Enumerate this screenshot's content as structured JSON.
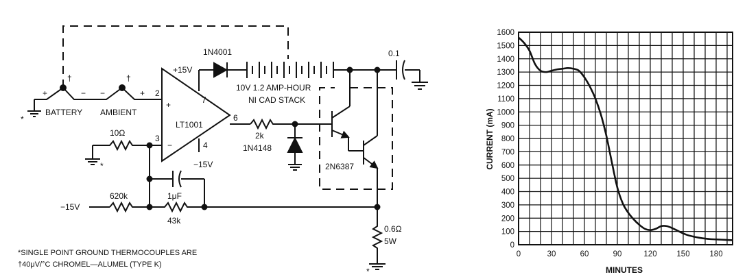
{
  "schematic": {
    "labels": {
      "battery": "BATTERY",
      "ambient": "AMBIENT",
      "dagger": "†",
      "plus": "+",
      "minus": "−",
      "pin2": "2",
      "pin3": "3",
      "pin4": "4",
      "pin6": "6",
      "pin7": "7",
      "vplus": "+15V",
      "vneg_pin4": "−15V",
      "vneg_left": "−15V",
      "opamp": "LT1001",
      "diode_top": "1N4001",
      "stack_line1": "10V 1.2 AMP-HOUR",
      "stack_line2": "NI CAD STACK",
      "cap_top": "0.1",
      "r_10": "10Ω",
      "r_2k": "2k",
      "diode_clamp": "1N4148",
      "transistor": "2N6387",
      "r_620k": "620k",
      "cap_1uf": "1μF",
      "r_43k": "43k",
      "r_sense_value": "0.6Ω",
      "r_sense_power": "5W",
      "ground_mark": "*"
    },
    "notes": {
      "line1": "*SINGLE POINT GROUND THERMOCOUPLES ARE",
      "line2": "†40μV/°C CHROMEL—ALUMEL (TYPE K)"
    }
  },
  "chart_data": {
    "type": "line",
    "title": "",
    "xlabel": "MINUTES",
    "ylabel": "CURRENT (mA)",
    "xlim": [
      0,
      195
    ],
    "ylim": [
      0,
      1600
    ],
    "x_ticks": [
      "0",
      "30",
      "60",
      "90",
      "120",
      "150",
      "180"
    ],
    "y_ticks": [
      "0",
      "100",
      "200",
      "300",
      "400",
      "500",
      "600",
      "700",
      "800",
      "900",
      "1000",
      "1100",
      "1200",
      "1300",
      "1400",
      "1500",
      "1600"
    ],
    "grid": true,
    "series": [
      {
        "x": [
          0,
          5,
          10,
          15,
          20,
          25,
          30,
          35,
          40,
          45,
          50,
          55,
          60,
          65,
          70,
          75,
          80,
          85,
          90,
          95,
          100,
          105,
          110,
          115,
          120,
          125,
          130,
          135,
          140,
          145,
          150,
          155,
          160,
          165,
          170,
          175,
          180,
          185,
          190,
          195
        ],
        "values": [
          1560,
          1520,
          1460,
          1360,
          1310,
          1300,
          1310,
          1320,
          1325,
          1330,
          1325,
          1310,
          1260,
          1190,
          1100,
          980,
          820,
          620,
          430,
          310,
          240,
          190,
          150,
          120,
          110,
          120,
          140,
          140,
          125,
          105,
          85,
          70,
          60,
          52,
          46,
          42,
          40,
          38,
          36,
          34
        ]
      }
    ]
  }
}
